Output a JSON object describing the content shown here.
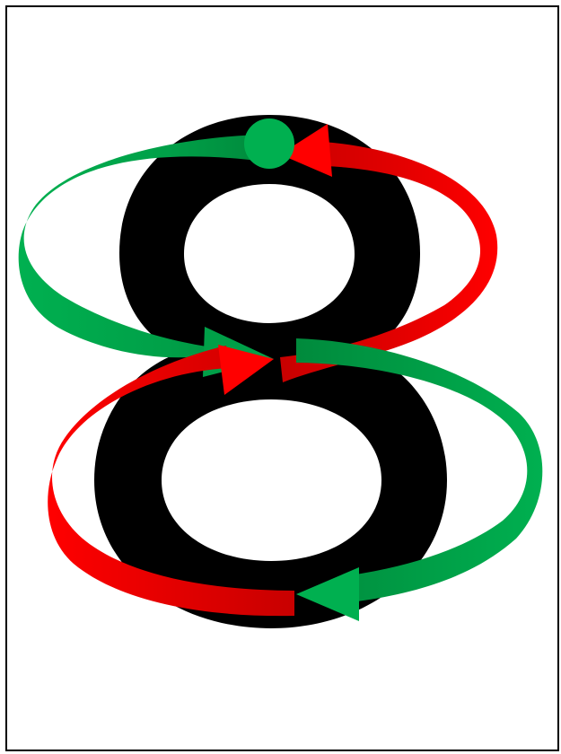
{
  "figure": {
    "glyph": "8",
    "colors": {
      "glyph": "#000000",
      "green": "#00b050",
      "green_dark": "#008a3c",
      "red": "#ff0000",
      "red_dark": "#c80000",
      "background": "#ffffff",
      "border": "#000000"
    },
    "arrows": [
      {
        "name": "green-upper-arrow",
        "color": "green"
      },
      {
        "name": "red-upper-arrow",
        "color": "red"
      },
      {
        "name": "red-lower-arrow",
        "color": "red"
      },
      {
        "name": "green-lower-arrow",
        "color": "green"
      }
    ],
    "start_marker": {
      "name": "start-dot",
      "color": "green"
    }
  }
}
